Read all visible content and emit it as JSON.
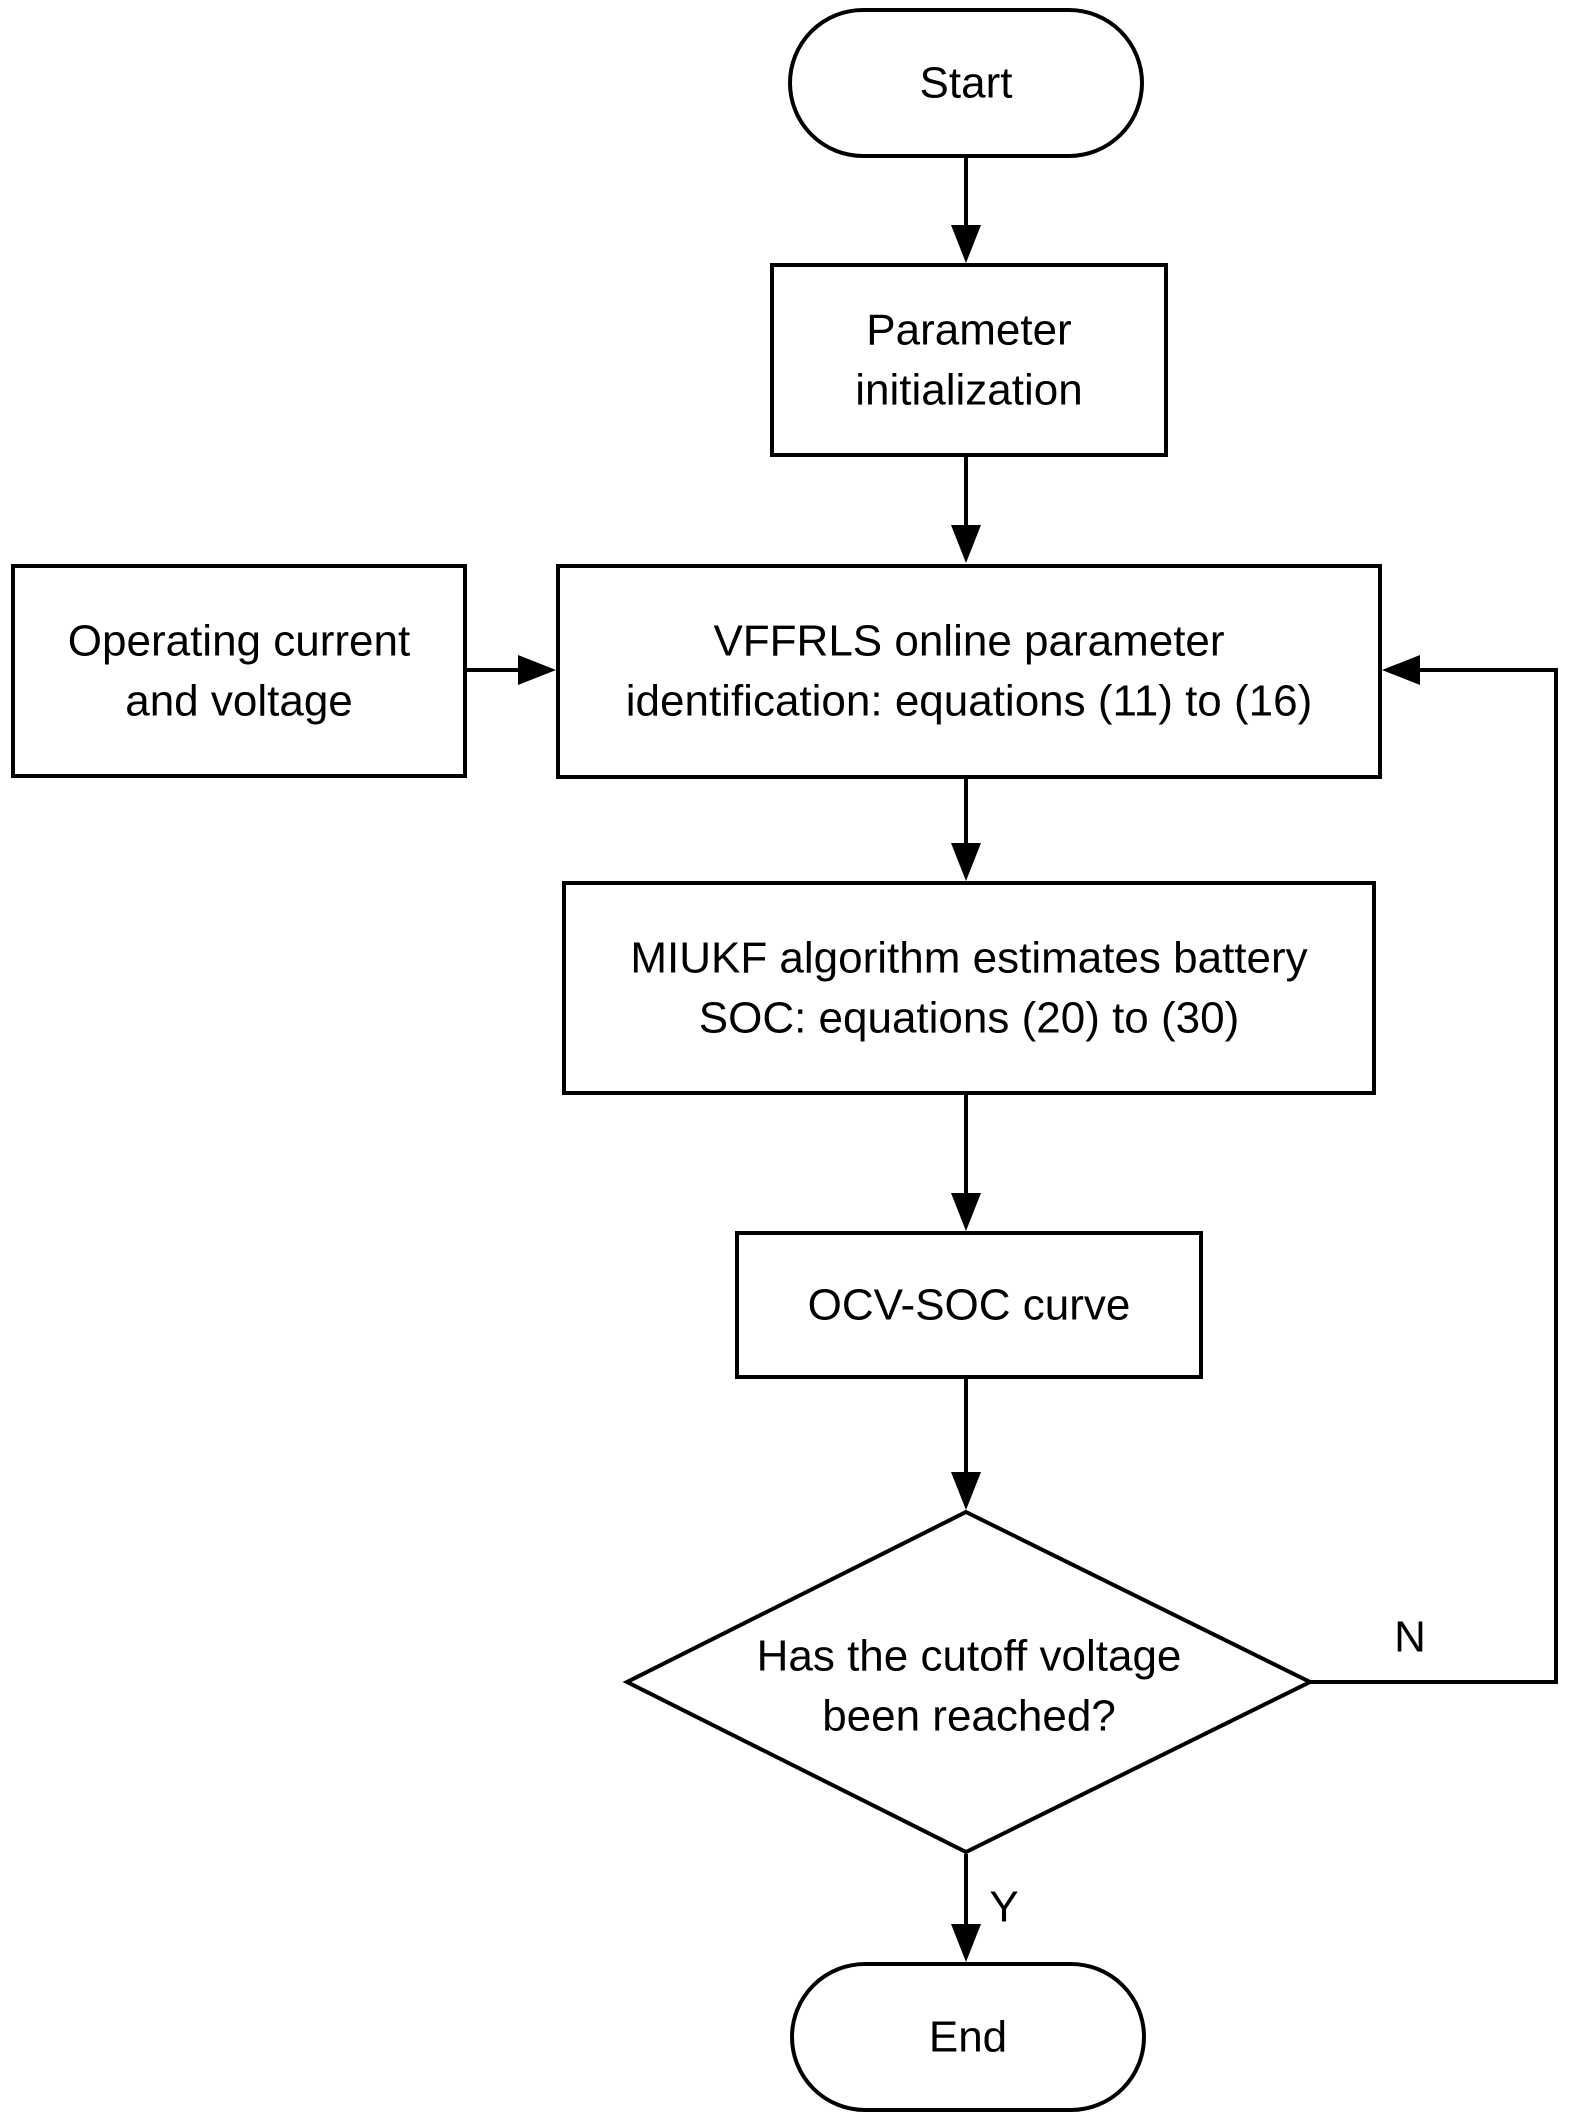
{
  "nodes": {
    "start": {
      "label": "Start"
    },
    "param_init": {
      "line1": "Parameter",
      "line2": "initialization"
    },
    "operating": {
      "line1": "Operating current",
      "line2": "and voltage"
    },
    "vffrls": {
      "line1": "VFFRLS online parameter",
      "line2": "identification: equations (11) to (16)"
    },
    "miukf": {
      "line1": "MIUKF algorithm estimates battery",
      "line2": "SOC: equations (20) to (30)"
    },
    "ocv_soc": {
      "label": "OCV-SOC curve"
    },
    "decision": {
      "line1": "Has the cutoff voltage",
      "line2": "been reached?"
    },
    "end": {
      "label": "End"
    }
  },
  "edges": {
    "no_label": "N",
    "yes_label": "Y"
  }
}
